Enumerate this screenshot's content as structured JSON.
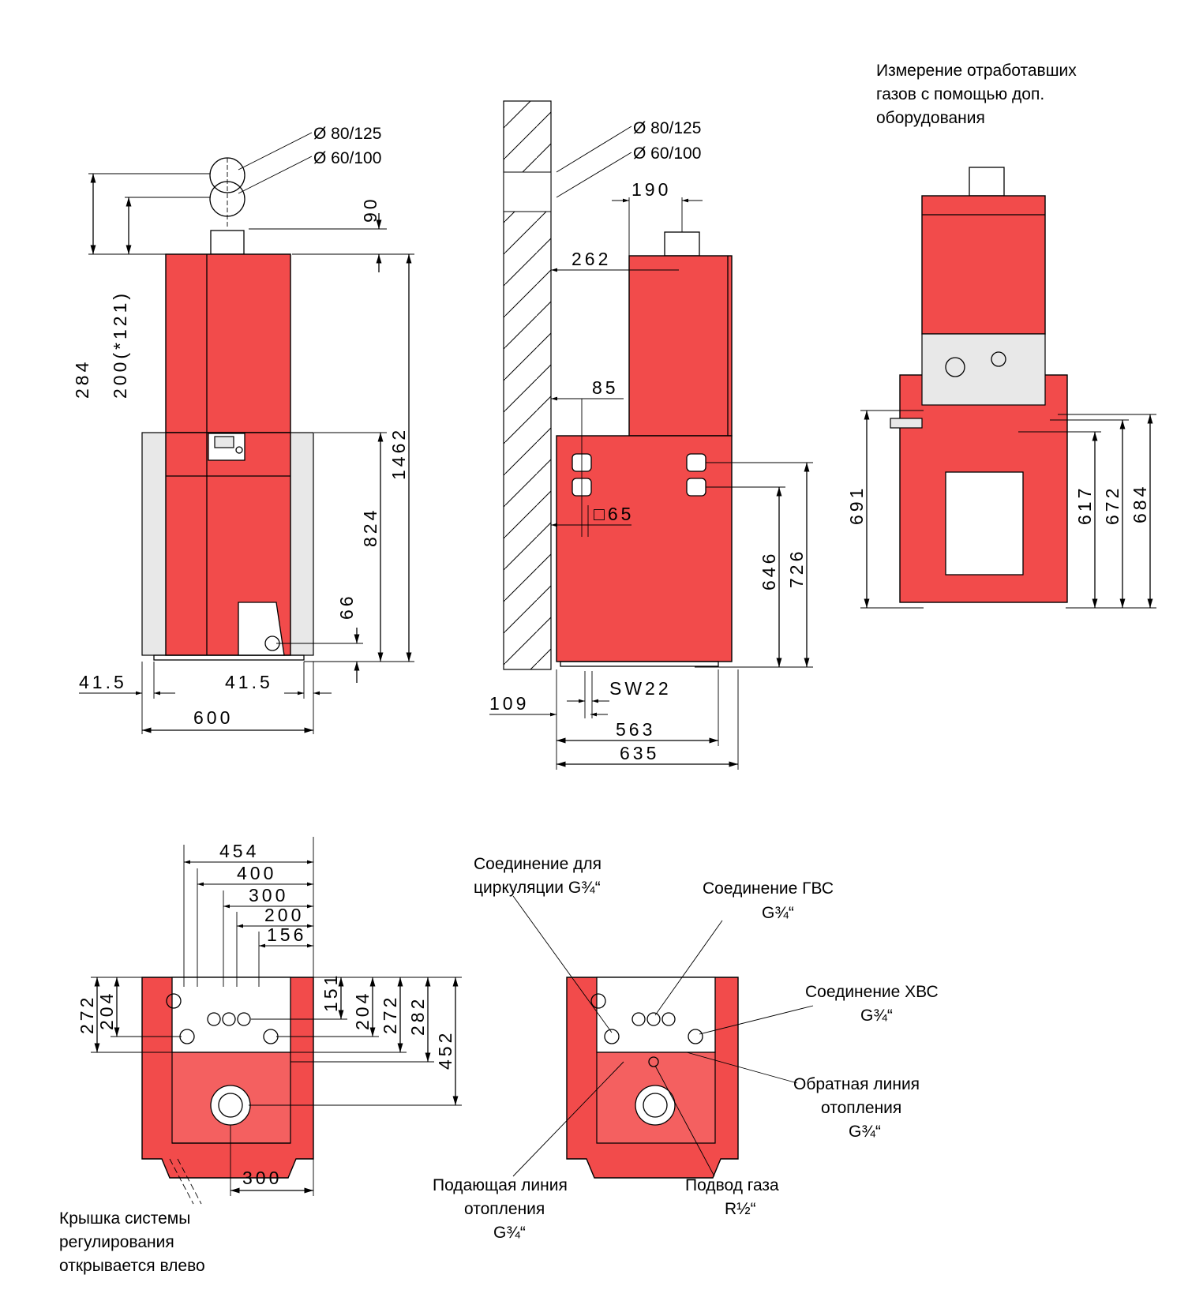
{
  "front_view": {
    "flue_80": "Ø 80/125",
    "flue_60": "Ø 60/100",
    "dim_90": "90",
    "dim_284": "284",
    "dim_200": "200(*121)",
    "dim_1462": "1462",
    "dim_824": "824",
    "dim_66": "66",
    "dim_41_5_left": "41.5",
    "dim_41_5_right": "41.5",
    "dim_600": "600"
  },
  "side_view": {
    "flue_80": "Ø 80/125",
    "flue_60": "Ø 60/100",
    "dim_190": "190",
    "dim_262": "262",
    "dim_85": "85",
    "dim_65": "□65",
    "dim_646": "646",
    "dim_726": "726",
    "dim_sw22": "SW22",
    "dim_109": "109",
    "dim_563": "563",
    "dim_635": "635"
  },
  "open_view": {
    "note_lines": [
      "Измерение отработавших",
      "газов с помощью доп.",
      "оборудования"
    ],
    "dim_691": "691",
    "dim_617": "617",
    "dim_672": "672",
    "dim_684": "684"
  },
  "bottom_view": {
    "dim_454": "454",
    "dim_400": "400",
    "dim_300_top": "300",
    "dim_200": "200",
    "dim_156": "156",
    "dim_272_left": "272",
    "dim_204_left": "204",
    "dim_151": "151",
    "dim_204_right": "204",
    "dim_272_right": "272",
    "dim_282": "282",
    "dim_452": "452",
    "dim_300_bottom": "300",
    "cover_note": [
      "Крышка системы",
      "регулирования",
      "открывается влево"
    ]
  },
  "connections": {
    "circulation": [
      "Соединение для",
      "циркуляции G¾“"
    ],
    "dhw": [
      "Соединение ГВС",
      "G¾“"
    ],
    "cold_water": [
      "Соединение ХВС",
      "G¾“"
    ],
    "heating_return": [
      "Обратная линия",
      "отопления",
      "G¾“"
    ],
    "heating_flow": [
      "Подающая линия",
      "отопления",
      "G¾“"
    ],
    "gas": [
      "Подвод газа",
      "R½“"
    ]
  },
  "colors": {
    "body": "#f24b4b",
    "line": "#000000"
  }
}
